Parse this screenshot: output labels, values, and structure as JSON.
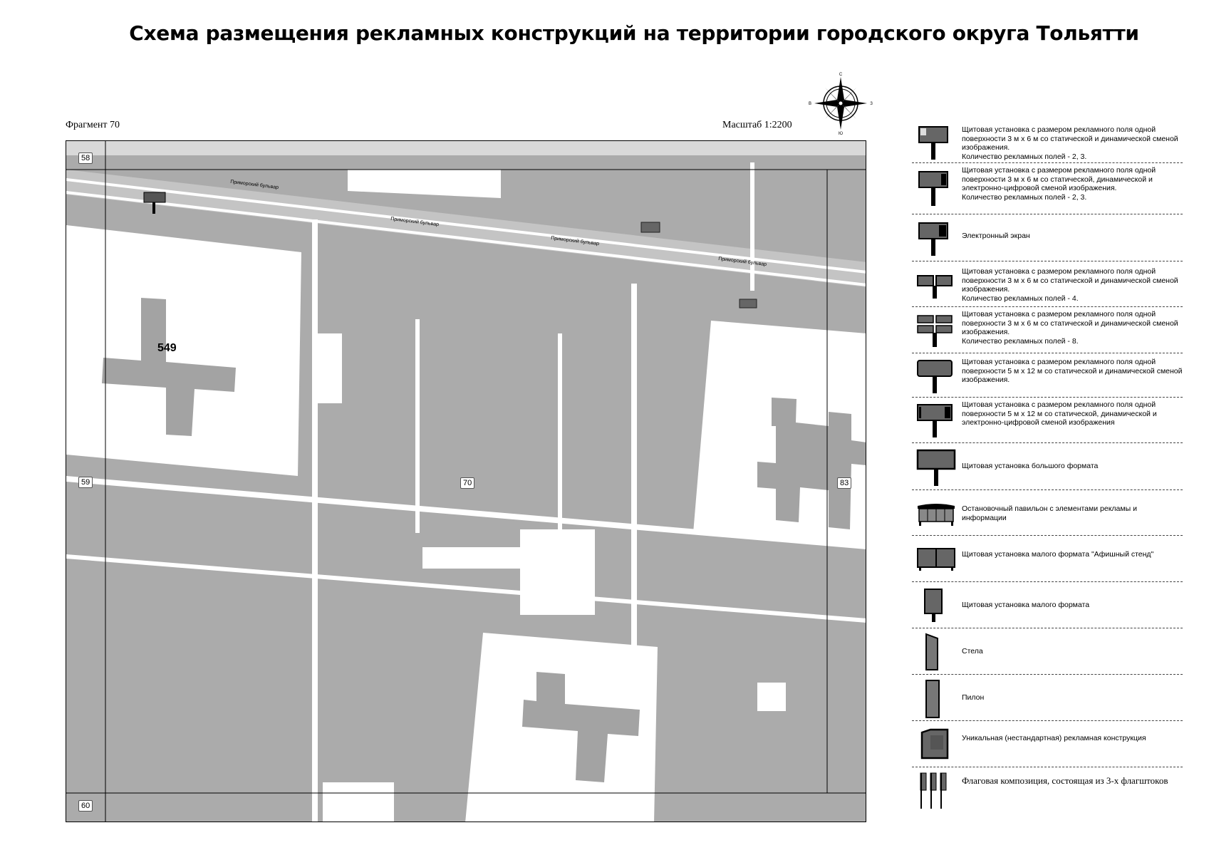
{
  "title": "Схема размещения рекламных конструкций на территории городского округа Тольятти",
  "fragment_label": "Фрагмент 70",
  "scale_label": "Масштаб 1:2200",
  "compass": {
    "n": "С",
    "s": "Ю",
    "w": "В",
    "e": "З"
  },
  "map": {
    "grid_labels": {
      "tl": "58",
      "ml": "59",
      "bl": "60",
      "center": "70",
      "mr": "83"
    },
    "street_label": "Приморский бульвар",
    "ad_number": "549"
  },
  "legend": [
    {
      "icon": "billboard-3x6-icon",
      "text": "Щитовая установка с размером рекламного поля одной поверхности 3 м х 6 м со статической и динамической сменой изображения.\nКоличество рекламных полей - 2, 3."
    },
    {
      "icon": "billboard-3x6-digital-icon",
      "text": "Щитовая установка с размером рекламного поля одной поверхности 3 м х 6 м со статической, динамической и электронно-цифровой сменой изображения.\nКоличество рекламных полей - 2, 3."
    },
    {
      "icon": "electronic-screen-icon",
      "text": "Электронный экран"
    },
    {
      "icon": "billboard-3x6-4fields-icon",
      "text": "Щитовая установка с размером рекламного поля одной поверхности 3 м х 6 м со статической и динамической сменой изображения.\nКоличество рекламных полей - 4."
    },
    {
      "icon": "billboard-3x6-8fields-icon",
      "text": "Щитовая установка с размером рекламного поля одной поверхности 3 м х 6 м со статической и динамической сменой изображения.\nКоличество рекламных полей - 8."
    },
    {
      "icon": "billboard-5x12-icon",
      "text": "Щитовая установка с размером рекламного поля одной поверхности 5 м х 12 м со статической и динамической сменой изображения."
    },
    {
      "icon": "billboard-5x12-digital-icon",
      "text": "Щитовая установка с размером рекламного поля одной поверхности 5 м х 12 м со статической, динамической и электронно-цифровой сменой изображения"
    },
    {
      "icon": "large-format-billboard-icon",
      "text": "Щитовая установка большого формата"
    },
    {
      "icon": "bus-stop-pavilion-icon",
      "text": "Остановочный павильон с элементами рекламы и информации"
    },
    {
      "icon": "poster-stand-icon",
      "text": "Щитовая установка малого формата \"Афишный стенд\""
    },
    {
      "icon": "small-format-billboard-icon",
      "text": "Щитовая установка малого формата"
    },
    {
      "icon": "stele-icon",
      "text": "Стела"
    },
    {
      "icon": "pylon-icon",
      "text": "Пилон"
    },
    {
      "icon": "unique-construction-icon",
      "text": "Уникальная (нестандартная) рекламная конструкция"
    },
    {
      "icon": "flag-composition-icon",
      "text": "Флаговая композиция, состоящая из 3-х флагштоков"
    }
  ]
}
